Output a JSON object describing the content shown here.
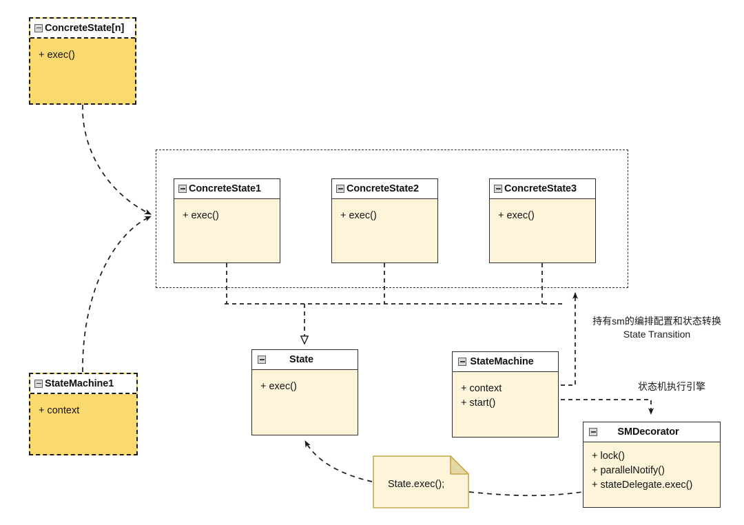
{
  "diagram": {
    "title": "State Pattern / StateMachine UML class diagram",
    "colors": {
      "accent_yellow": "#fad96e",
      "cream_fill": "#fdf4d9",
      "header_white": "#ffffff",
      "stroke_dark": "#2b2b2b",
      "note_border": "#c7a94a",
      "note_fold": "#e4d7a6"
    }
  },
  "classes": {
    "concrete_state_n": {
      "name": "ConcreteState[n]",
      "icon": "collapse-minus-icon",
      "members": [
        "+ exec()"
      ]
    },
    "concrete_state_1": {
      "name": "ConcreteState1",
      "icon": "collapse-minus-icon",
      "members": [
        "+ exec()"
      ]
    },
    "concrete_state_2": {
      "name": "ConcreteState2",
      "icon": "collapse-minus-icon",
      "members": [
        "+ exec()"
      ]
    },
    "concrete_state_3": {
      "name": "ConcreteState3",
      "icon": "collapse-minus-icon",
      "members": [
        "+ exec()"
      ]
    },
    "state_machine_1": {
      "name": "StateMachine1",
      "icon": "collapse-minus-icon",
      "members": [
        "+ context"
      ]
    },
    "state": {
      "name": "State",
      "icon": "collapse-minus-icon",
      "members": [
        "+ exec()"
      ]
    },
    "state_machine": {
      "name": "StateMachine",
      "icon": "collapse-minus-icon",
      "members": [
        "+ context",
        "+ start()"
      ]
    },
    "sm_decorator": {
      "name": "SMDecorator",
      "icon": "collapse-minus-icon",
      "members": [
        "+ lock()",
        "+ parallelNotify()",
        "+ stateDelegate.exec()"
      ]
    }
  },
  "note": {
    "text": "State.exec();"
  },
  "annotations": {
    "state_transition_line1": "持有sm的编排配置和状态转换",
    "state_transition_line2": "State Transition",
    "engine": "状态机执行引擎"
  }
}
